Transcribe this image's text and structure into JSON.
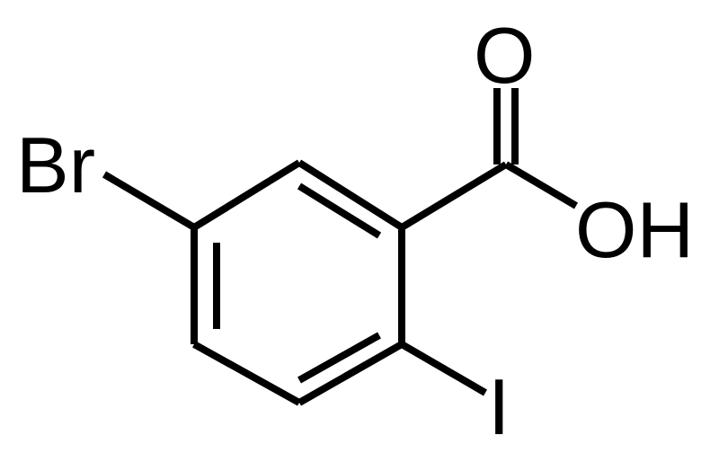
{
  "molecule": {
    "atoms": {
      "bromine": "Br",
      "carbonyl_oxygen": "O",
      "hydroxyl": "OH",
      "iodine": "I"
    }
  },
  "colors": {
    "bond": "#000000",
    "background": "#ffffff"
  }
}
